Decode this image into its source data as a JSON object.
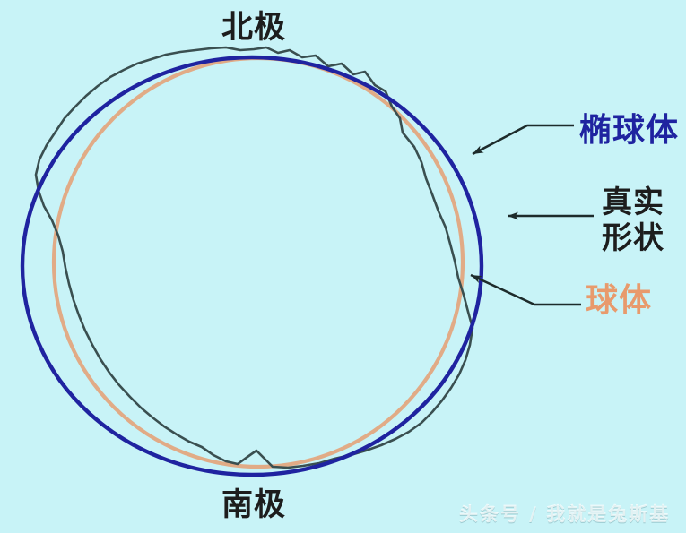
{
  "figure": {
    "background_color": "#c8f3f7",
    "title_alt": "地球形状示意图"
  },
  "labels": {
    "north_pole": "北极",
    "south_pole": "南极",
    "ellipsoid": "椭球体",
    "real_shape_line1": "真实",
    "real_shape_line2": "形状",
    "sphere": "球体"
  },
  "colors": {
    "ellipsoid": "#1f23a0",
    "real_shape": "#3a4f50",
    "sphere": "#e3a77f",
    "leader": "#1d2b2b",
    "label_ellipsoid": "#1f23a0",
    "label_sphere": "#e89a6c",
    "label_text": "#1d1d1d"
  },
  "watermark": {
    "text": "头条号 / 我就是兔斯基"
  },
  "chart_data": {
    "type": "line",
    "title": "地球形状对比：真实形状 / 椭球体 / 球体",
    "xlabel": "",
    "ylabel": "",
    "legend_position": "right",
    "grid": false,
    "series": [
      {
        "name": "椭球体",
        "color": "#1f23a0",
        "shape": "ellipse",
        "center": [
          281,
          297
        ],
        "semi_major_x": 256,
        "semi_minor_y": 233
      },
      {
        "name": "真实形状",
        "color": "#3a4f50",
        "shape": "irregular-closed-curve",
        "center": [
          283,
          293
        ],
        "mean_radius": 238
      },
      {
        "name": "球体",
        "color": "#e3a77f",
        "shape": "circle",
        "center": [
          288,
          293
        ],
        "radius": 228
      }
    ]
  },
  "leaders": [
    {
      "name": "leader-ellipsoid",
      "target": [
        525,
        172
      ],
      "bend": [
        588,
        140
      ],
      "end": [
        640,
        140
      ],
      "arrow": "left"
    },
    {
      "name": "leader-real-shape",
      "target": [
        563,
        241
      ],
      "bend": null,
      "end": [
        662,
        241
      ],
      "arrow": "left"
    },
    {
      "name": "leader-sphere",
      "target": [
        523,
        308
      ],
      "bend": [
        596,
        340
      ],
      "end": [
        648,
        340
      ],
      "arrow": "left"
    }
  ]
}
